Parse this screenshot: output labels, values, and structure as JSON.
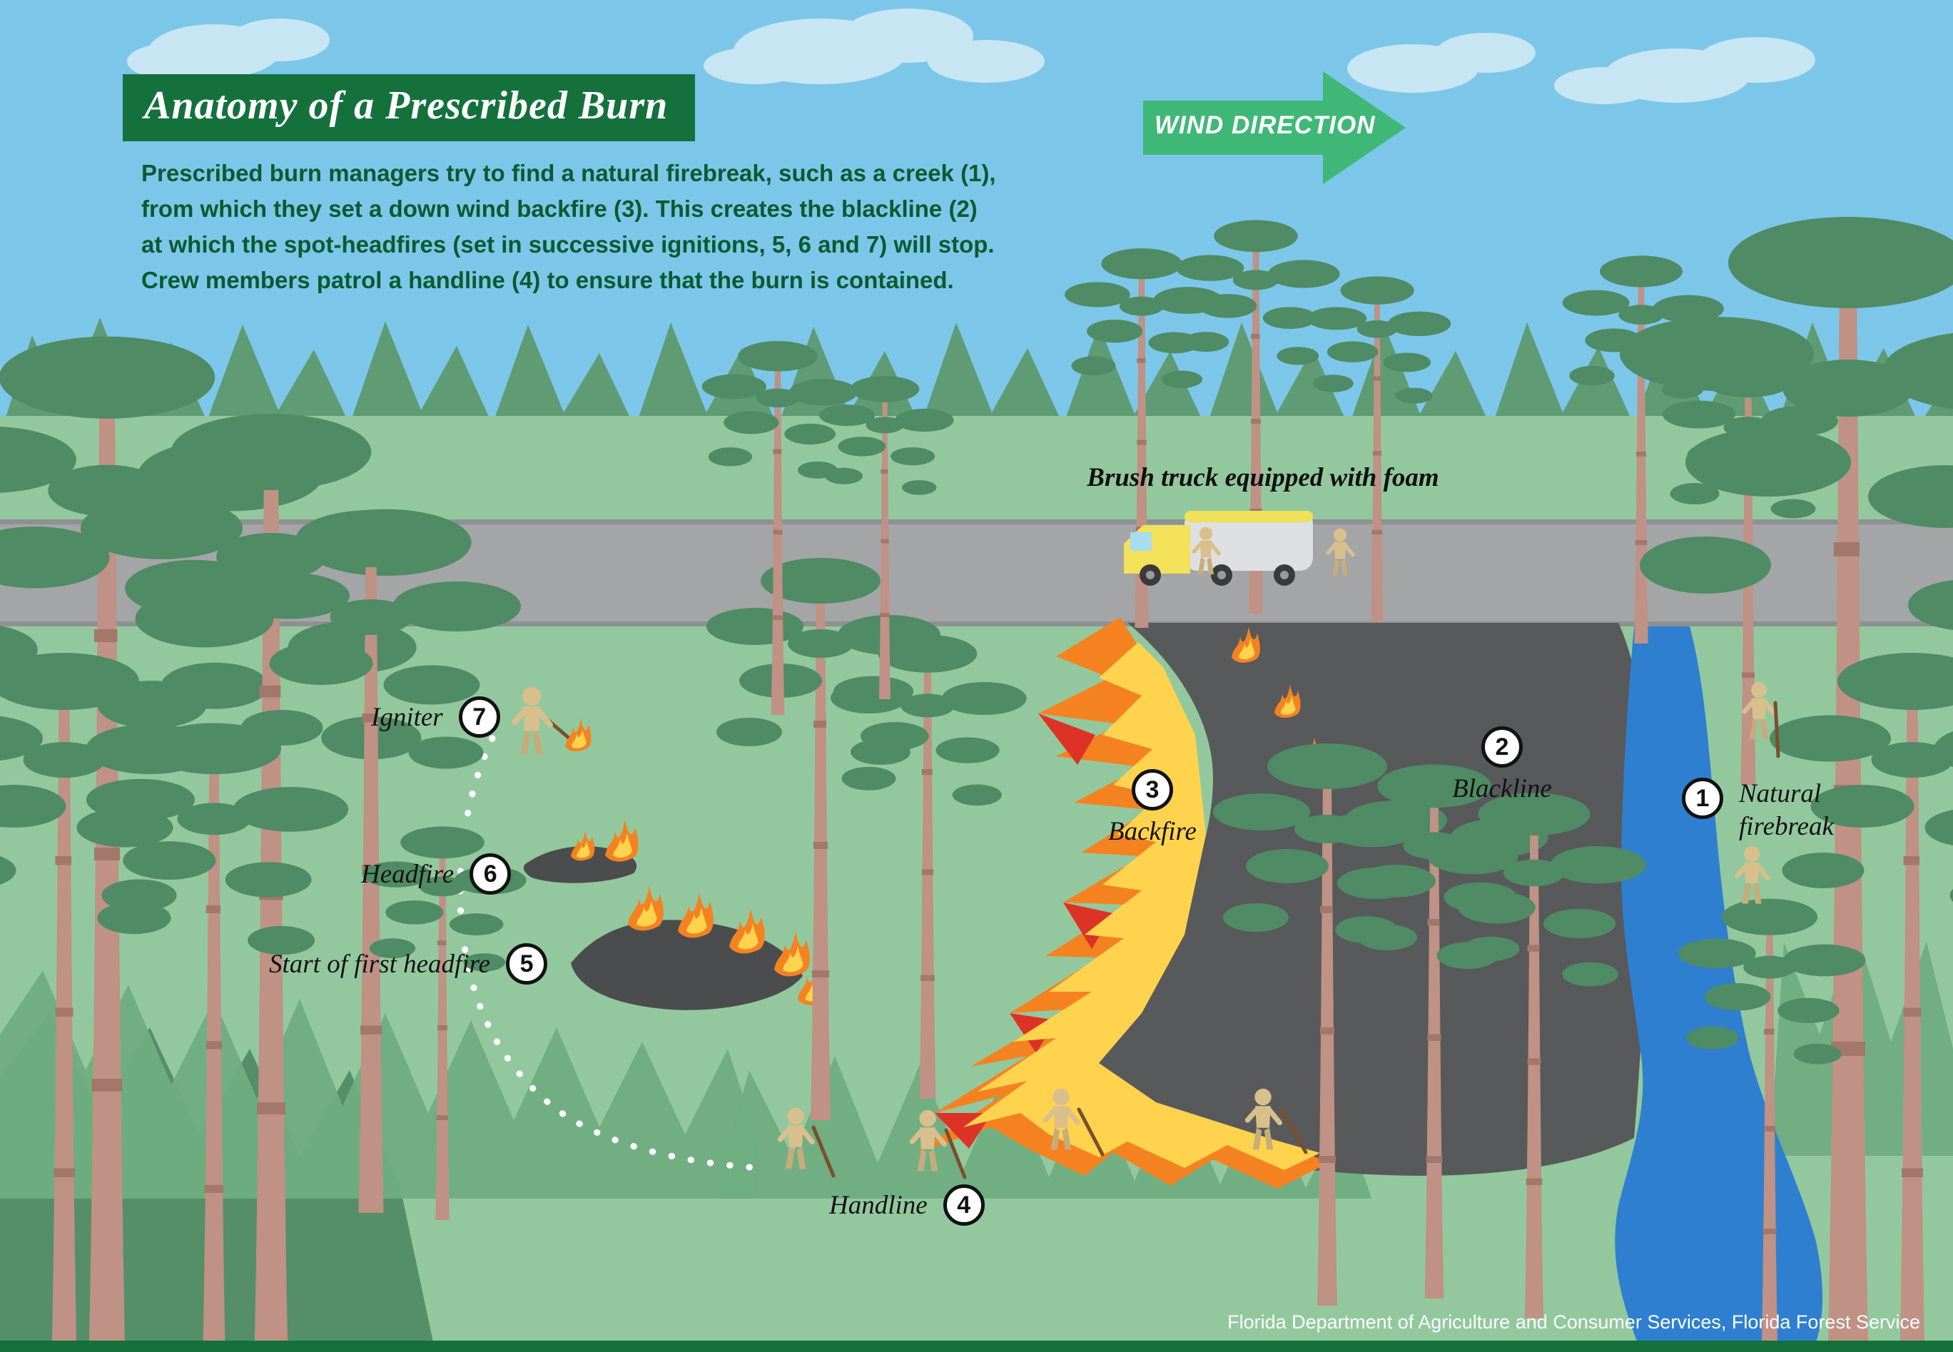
{
  "title": "Anatomy of a Prescribed Burn",
  "description": {
    "lines": [
      "Prescribed burn managers try to find a natural firebreak, such as a creek (1),",
      "from which they set a down wind backfire (3). This creates the blackline (2)",
      "at which the spot-headfires (set in successive ignitions, 5, 6 and 7) will stop.",
      "Crew members patrol a handline (4) to ensure that the burn is contained."
    ]
  },
  "wind": {
    "label": "WIND DIRECTION"
  },
  "truck": {
    "label": "Brush truck equipped with foam"
  },
  "markers": [
    {
      "number": "1",
      "label": "Natural firebreak"
    },
    {
      "number": "2",
      "label": "Blackline"
    },
    {
      "number": "3",
      "label": "Backfire"
    },
    {
      "number": "4",
      "label": "Handline"
    },
    {
      "number": "5",
      "label": "Start of first headfire"
    },
    {
      "number": "6",
      "label": "Headfire"
    },
    {
      "number": "7",
      "label": "Igniter"
    }
  ],
  "footer": "Florida Department of Agriculture and Consumer Services, Florida Forest Service",
  "colors": {
    "sky": "#7CC7E9",
    "cloud": "#C8E5F3",
    "field": "#93C89E",
    "treeline": "#5F9B73",
    "road": "#A3A5A7",
    "blackline": "#58595B",
    "creek": "#2E7FD0",
    "banner_green": "#15713C",
    "text_green": "#0B5A31",
    "arrow_green": "#3FB877",
    "flame_orange": "#F58220",
    "flame_yellow": "#FFD34E",
    "flame_red": "#DD3327",
    "trunk": "#C09185",
    "foliage": "#4F8B64"
  }
}
